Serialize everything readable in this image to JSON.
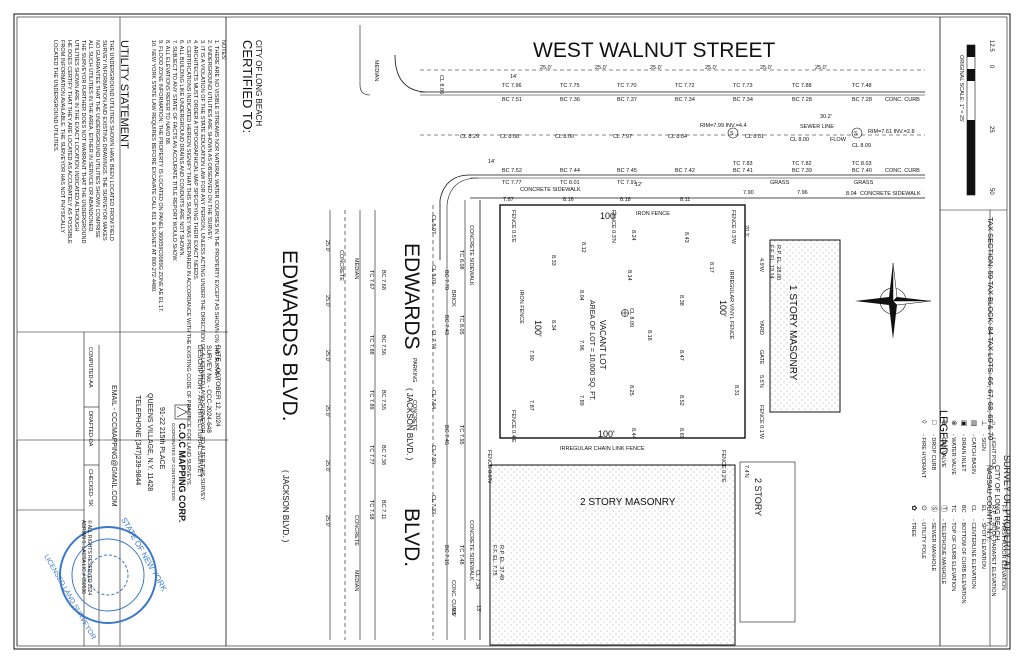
{
  "streets": {
    "north": "WEST WALNUT STREET",
    "west": "EDWARDS BLVD.",
    "west_alt": "( JACKSON BLVD. )",
    "west_inner": "EDWARDS",
    "west_inner_blvd": "BLVD.",
    "west_inner_alt": "( JACKSON BLVD. )"
  },
  "scale": {
    "ticks": [
      "12.5",
      "0",
      "25",
      "50"
    ],
    "label": "ORIGINAL SCALE: 1\" = 25'"
  },
  "certified": {
    "title": "CERTIFIED TO:",
    "to": "CITY OF LONG BEACH"
  },
  "notes": {
    "title": "NOTES:",
    "items": [
      "1. THERE ARE NO VISIBLE STREAMS NOR NATURAL WATER COURSES IN THE PROPERTY EXCEPT AS SHOWN ON THE SURVEY.",
      "2. UNDERGROUND UTILITIES ARE SHOWN AS OBSERVED ON THE SURVEY.",
      "3. IT IS A VIOLATION OF THE STATE EDUCATION LAW FOR ANY PERSON, UNLESS ACTING UNDER THE DIRECTION OF A LICENSED LAND SURVEYOR, TO ALTER THIS SURVEY.",
      "4. ARCHITECTS MUST ORDER A TOPOGRAPHICAL MAP SPECIFYING THEIR EXACT NEEDS.",
      "5. CERTIFICATIONS INDICATED HEREON SIGNIFY THAT THIS SURVEY WAS PREPARED IN ACCORDANCE WITH THE EXISTING CODE OF PRACTICE FOR LAND SURVEYS.",
      "6. ALL BUILDING LIKE UNDERGROUND DRAINS AND CONDUITS ARE NOT SHOWN.",
      "7. SUBJECT TO ANY STATE OF FACTS AN ACCURATE TITLE REPORT WOULD SHOW.",
      "8. ALL ELEVATIONS REFER TO NAVD 88.",
      "9. FLOOD ZONE INFORMATION: THE PROPERTY IS LOCATED ON PANEL 360059C0089G ZONE AE EL 17.",
      "10. NEW YORK STATE LAW REQUIRES BEFORE EXCAVATE CALL 811 & DIGNET AT 800-272-4480."
    ]
  },
  "utility": {
    "title": "UTILITY STATEMENT",
    "lines": [
      "THE UNDERGROUND UTILITIES SHOWN HAVE BEEN LOCATED FROM FIELD",
      "SURVEY INFORMATION AND EXISTING DRAWINGS. THE SURVEYOR MAKES",
      "NO GUARANTEE THAT THE UNDERGROUND UTILITIES SHOWN COMPRISE",
      "ALL SUCH UTILITIES IN THE AREA, EITHER IN SERVICE OR ABANDONED.",
      "THE SURVEYOR FURTHER DOES NOT WARRANT THAT THE UNDERGROUND",
      "UTILITIES SHOWN ARE IN THE EXACT LOCATION INDICATED ALTHOUGH",
      "HE DOES CERTIFY THAT THEY ARE LOCATED AS ACCURATELY AS POSSIBLE",
      "FROM INFORMATION AVAILABLE. THE SURVEYOR HAS NOT PHYSICALLY",
      "LOCATED THE UNDERGROUND UTILITIES."
    ]
  },
  "title_block": {
    "date": "DATE - OCTOBER 12, 2024",
    "survey_no": "SURVEY No. - CCC-2024-648",
    "description": "DESCRIPTION - ARCHITECTURAL SURVEY",
    "firm": "C.O.C MAPPING CORP.",
    "tagline": "COORDINATES OF CONSTRUCTION",
    "address1": "91-22 215th PLACE",
    "address2": "QUEENS VILLAGE, N.Y. 11428",
    "phone": "TELEPHONE (347)239-9844",
    "email": "EMAIL - CCCMAPPING@GMAIL.COM",
    "computed": "COMPUTED-AA",
    "drafted": "DRAFTED-DA",
    "checked": "CHECKED- SK"
  },
  "surveyor": {
    "name": "ADRIAN S. LACSA  LIC.# 050536",
    "rights": "© ALL RIGHTS RESERVED 2024",
    "seal_top": "STATE OF NEW YORK",
    "seal_bottom": "LICENSED LAND SURVEYOR"
  },
  "survey_title": {
    "title": "SURVEY OF PROPERTY AT",
    "place": "CITY OF LONG BEACH",
    "county": "NASSAU COUNTY, N.Y.",
    "tax": "TAX SECTION: 59  TAX BLOCK: 84  TAX LOTS: 66, 67, 68, 69 & 70"
  },
  "legend": {
    "title": "LEGEND",
    "items": [
      {
        "sym": "◊",
        "label": "- FIRE HYDRANT"
      },
      {
        "sym": "□",
        "label": "- DROP CURB"
      },
      {
        "sym": "⊕",
        "label": "- GAS VALVE"
      },
      {
        "sym": "⊗",
        "label": "- WATER VALVE"
      },
      {
        "sym": "▣",
        "label": "- DRAIN INLET"
      },
      {
        "sym": "▤",
        "label": "- CATCH BASIN"
      },
      {
        "sym": "⊥",
        "label": "- SIGN"
      },
      {
        "sym": "☼",
        "label": "- LIGHT POLE"
      }
    ],
    "items2": [
      {
        "sym": "✿",
        "label": "- TREE"
      },
      {
        "sym": "⊙",
        "label": "- UTILITY POLE"
      },
      {
        "sym": "Ⓢ",
        "label": "- SEWER MANHOLE"
      },
      {
        "sym": "Ⓣ",
        "label": "- TELEPHONE MANHOLE"
      },
      {
        "sym": "TC",
        "label": "- TOP OF CURB ELEVATION"
      },
      {
        "sym": "BC",
        "label": "- BOTTOM OF CURB ELEVATION"
      },
      {
        "sym": "CL",
        "label": "- CENTERLINE ELEVATION"
      },
      {
        "sym": "EL",
        "label": "- SPOT ELEVATION"
      },
      {
        "sym": "R.P",
        "label": "- ROOF PARAPET ELEVATION"
      },
      {
        "sym": "F.F",
        "label": "- FIRST FLOOR ELEVATION"
      }
    ]
  },
  "lot": {
    "label1": "VACANT LOT",
    "label2": "AREA OF LOT = 10,000 SQ. FT.",
    "dim_top": "100'",
    "dim_bottom": "100'",
    "dim_right": "100'",
    "dim_left": "100'",
    "fence_top": "IRON FENCE",
    "fence_bottom": "IRREGULAR CHAIN LINK FENCE",
    "fence_right": "IRREGULAR VINYL FENCE",
    "fence_left": "IRON FENCE",
    "yard": "YARD",
    "gate": "GATE",
    "center_spot": "CL 8.09",
    "spots": [
      "8.24",
      "8.43",
      "8.12",
      "8.33",
      "8.14",
      "8.17",
      "8.04",
      "8.38",
      "8.16",
      "8.34",
      "7.90",
      "7.96",
      "8.47",
      "8.31",
      "8.25",
      "7.89",
      "8.52",
      "8.44",
      "8.69",
      "7.87"
    ]
  },
  "buildings": {
    "b1": "1 STORY MASONRY",
    "b1_rp": "R.P. EL. 28.00",
    "b1_ff": "F.F. EL. 13.14",
    "b2": "2 STORY MASONRY",
    "b2_rp": "R.P. EL. 37.49",
    "b2_ff": "F.F. EL. 7.75",
    "b3": "2 STORY"
  },
  "north_street": {
    "curb_north": "CONC. CURB",
    "curb_south": "CONC. CURB",
    "sidewalk": "CONCRETE SIDEWALK",
    "sidewalk2": "CONCRETE SIDEWALK",
    "grass": "GRASS",
    "grass2": "GRASS",
    "sewer": "SEWER LINE",
    "flow": "FLOW",
    "dims": [
      "25.0'",
      "25.0'",
      "25.0'",
      "25.0'",
      "25.0'",
      "25.0'"
    ],
    "dim_302": "30.2'",
    "dim_14": "14'",
    "dim_12": "12'",
    "tc_top": [
      "TC 7.96",
      "TC 7.75",
      "TC 7.70",
      "TC 7.72",
      "TC 7.73",
      "TC 7.88",
      "TC 7.48"
    ],
    "bc_top": [
      "BC 7.51",
      "BC 7.36",
      "BC 7.37",
      "BC 7.34",
      "BC 7.34",
      "BC 7.28",
      "BC 7.28"
    ],
    "cl": [
      "CL 8.29",
      "CL 8.08",
      "CL 8.00",
      "CL 7.97",
      "CL 8.04",
      "CL 8.01",
      "CL 8.00",
      "CL 8.09"
    ],
    "bc_bot": [
      "BC 7.52",
      "BC 7.44",
      "BC 7.45",
      "BC 7.42",
      "BC 7.41",
      "BC 7.39",
      "BC 7.40"
    ],
    "tc_bot": [
      "TC 7.77",
      "TC 8.01",
      "TC 7.91",
      "TC 7.83",
      "TC 7.82",
      "TC 8.03"
    ],
    "sw": [
      "7.87",
      "8.16",
      "8.18",
      "8.11",
      "7.90",
      "7.96",
      "8.04"
    ],
    "rim1": "RIM=7.99  INV.=4.4",
    "rim2": "RIM=7.61  INV.=2.8",
    "cl_corner": "CL 8.06",
    "median": "MEDIAN"
  },
  "west_street": {
    "curb": "CONC. CURB",
    "sidewalk": "CONCRETE SIDEWALK",
    "sidewalk2": "CONCRETE SIDEWALK",
    "concrete": "CONCRETE",
    "brick": "BRICK",
    "parking": "PARKING",
    "median": "MEDIAN",
    "median2": "MEDIAN",
    "concrete2": "CONCRETE",
    "dims": [
      "25.0'",
      "25.0'",
      "25.0'",
      "25.0'",
      "25.0'",
      "25.0'"
    ],
    "cl": [
      "CL 8.07",
      "CL 8.03",
      "CL 7.74",
      "CL 7.64",
      "CL 7.59",
      "CL 7.32",
      "CL 7.34"
    ],
    "bc_a": [
      "BC 7.68",
      "BC 7.56",
      "BC 7.55",
      "BC 7.38",
      "BC 7.11"
    ],
    "tc_a": [
      "TC 7.67",
      "TC 7.88",
      "TC 7.89",
      "TC 7.77",
      "TC 7.58"
    ],
    "bc_b": [
      "BC 7.70",
      "BC 7.43",
      "BC 7.45",
      "BC 7.15"
    ],
    "tc_b": [
      "TC 8.08",
      "TC 8.05",
      "TC 7.95",
      "TC 7.48"
    ],
    "dim_13": "13'",
    "dim_9": "9.0'"
  },
  "misc": {
    "fence_notes": [
      "FENCE 0.5'E",
      "FENCE 0.3'N",
      "FENCE 0.3'W",
      "FENCE 0.4'E",
      "FENCE 0.1'W",
      "FENCE 0.2'E",
      "FENCE 0.6'N"
    ],
    "dim_203": "20.3'",
    "dim_74": "7.4'N",
    "dim_49": "4.9'W",
    "dim_55": "5.5'N"
  }
}
